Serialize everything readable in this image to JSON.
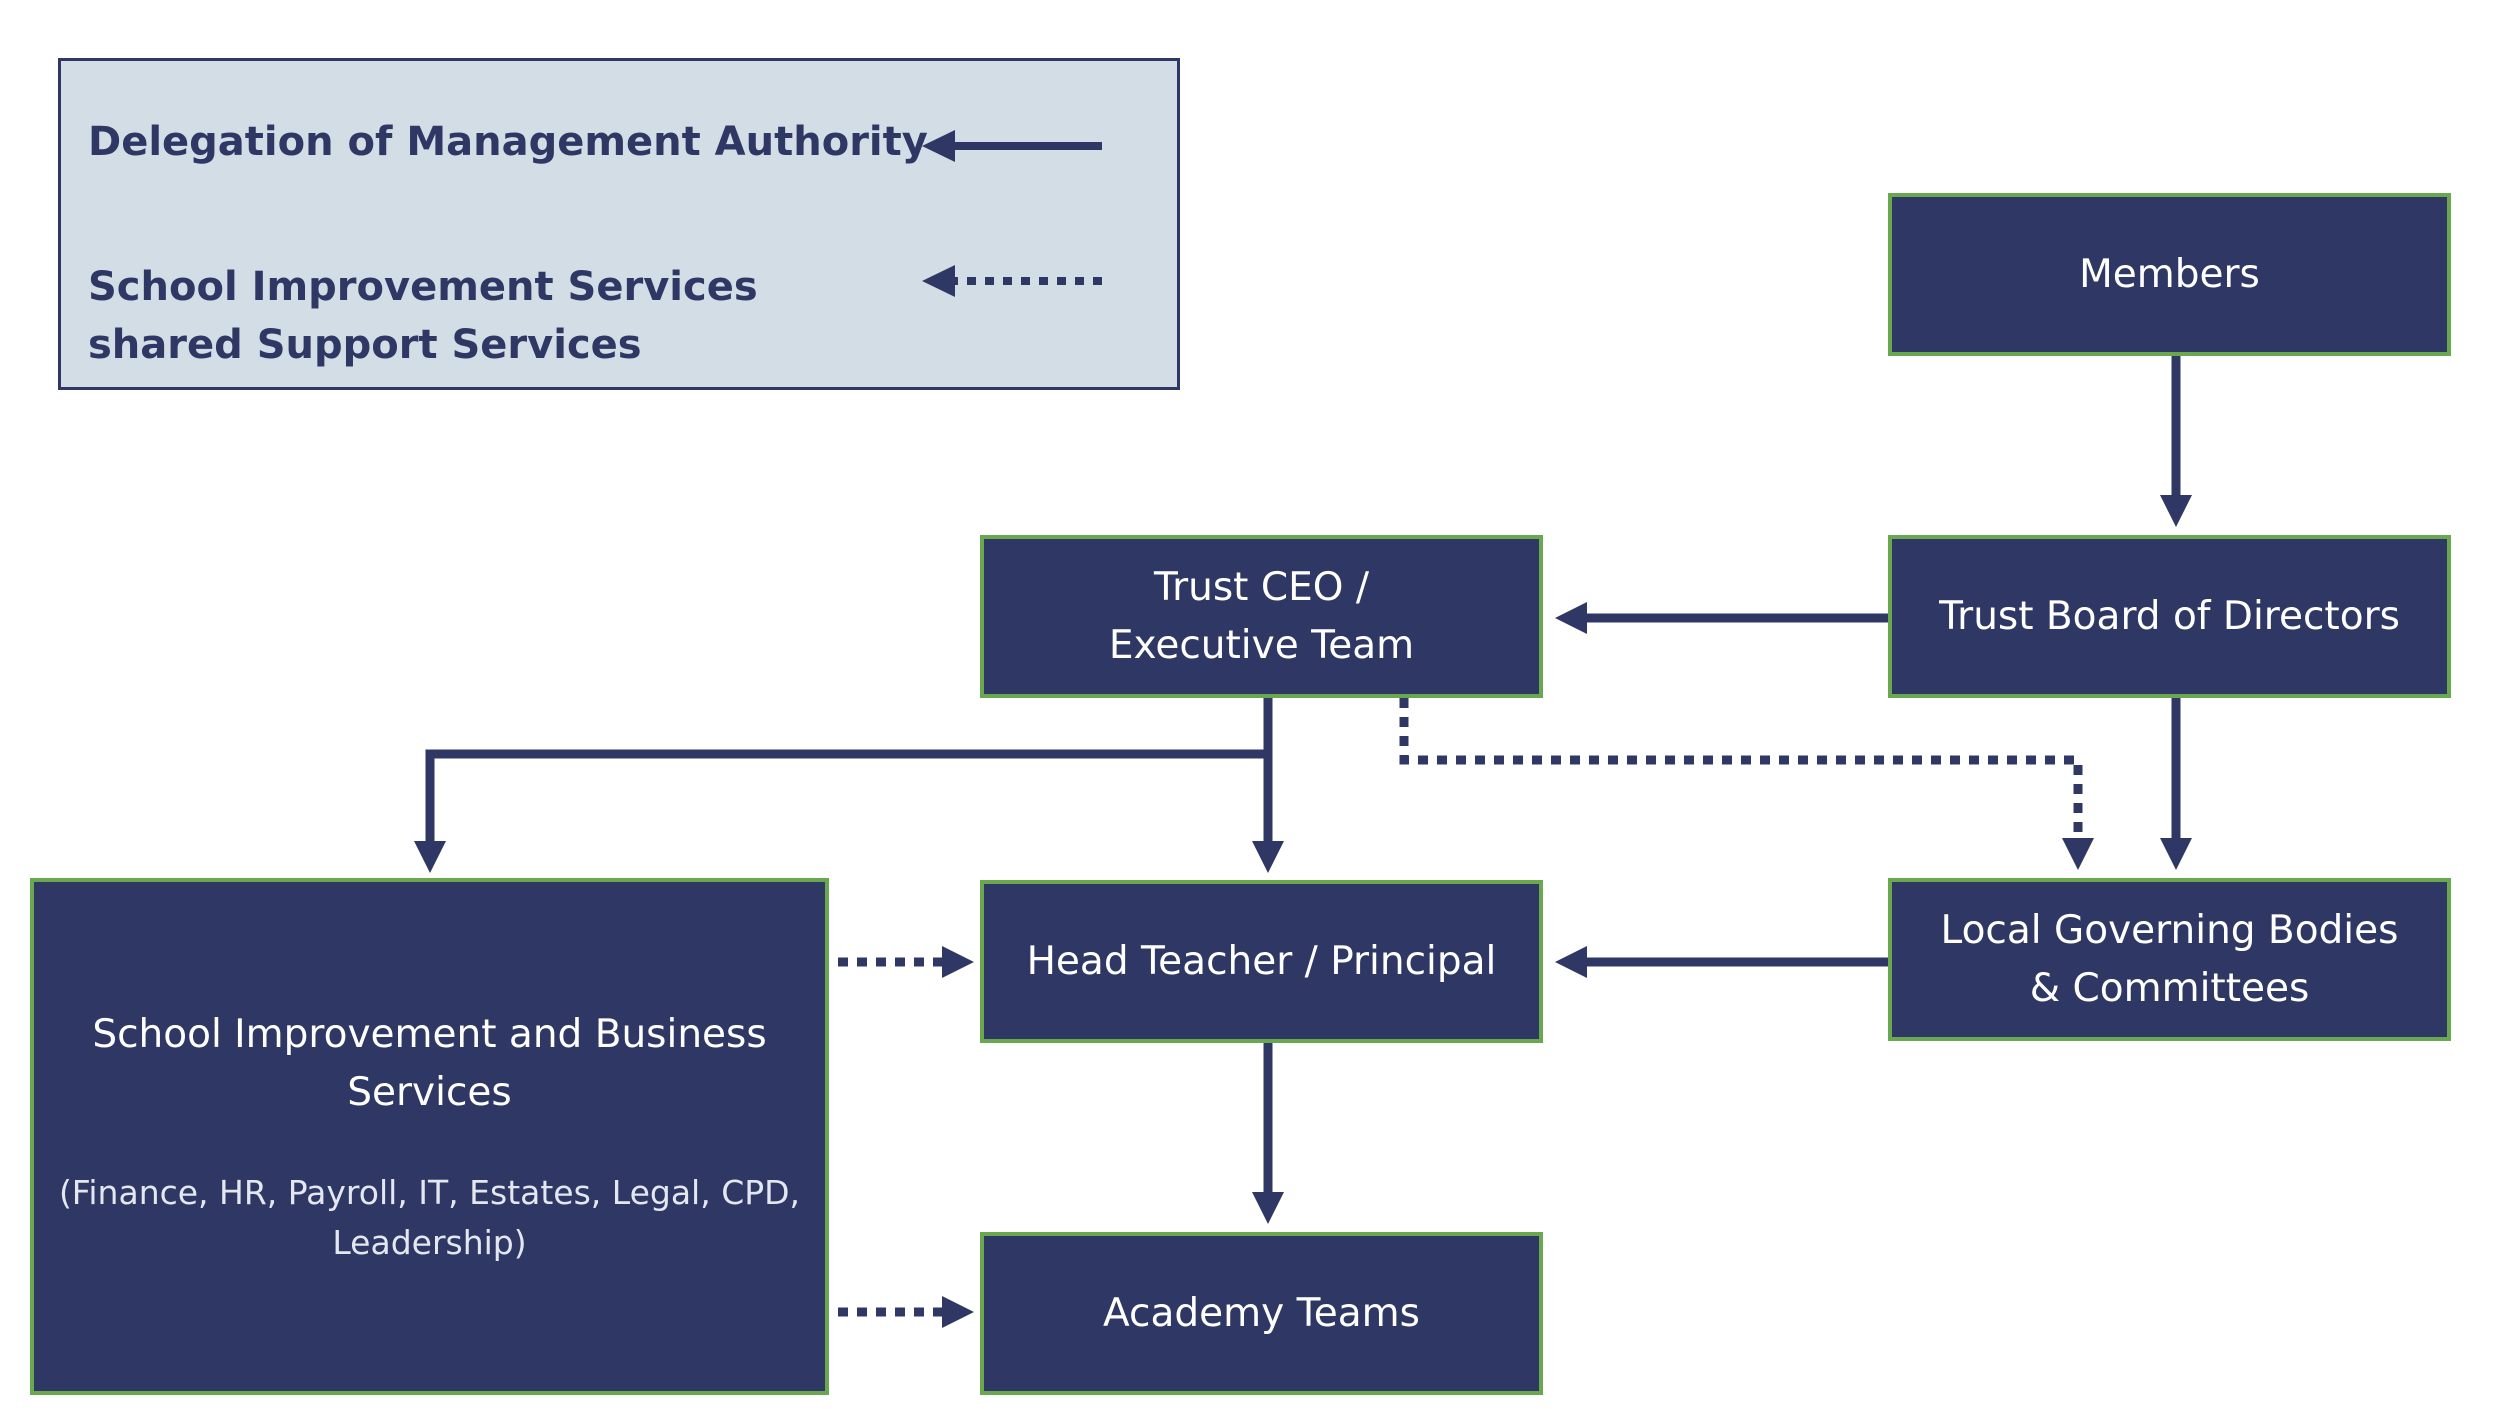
{
  "legend": {
    "delegation_label": "Delegation of Management Authority",
    "shared_label": "School Improvement Services\nshared Support Services"
  },
  "nodes": {
    "members": "Members",
    "board": "Trust Board of Directors",
    "ceo": "Trust CEO /\nExecutive Team",
    "lgb": "Local Governing Bodies\n& Committees",
    "head_teacher": "Head Teacher / Principal",
    "academy_teams": "Academy Teams",
    "services": {
      "title": "School Improvement and Business\nServices",
      "subtitle": "(Finance, HR, Payroll, IT, Estates, Legal, CPD,\nLeadership)"
    }
  },
  "colors": {
    "box_fill": "#2f3864",
    "box_border": "#6aa84f",
    "legend_fill": "#d3dde5",
    "connector": "#2f3864"
  }
}
